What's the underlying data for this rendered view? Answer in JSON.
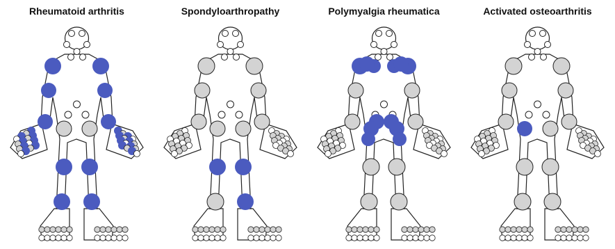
{
  "colors": {
    "affected": "#4b5bbf",
    "joint": "#d3d3d3",
    "outline": "#222222",
    "open": "#ffffff"
  },
  "panels": [
    {
      "title": "Rheumatoid arthritis",
      "affected": [
        "shoulder-l",
        "shoulder-r",
        "elbow-l",
        "elbow-r",
        "wrist-l",
        "wrist-r",
        "hand-l",
        "hand-r",
        "knee-l",
        "knee-r",
        "ankle-l",
        "ankle-r"
      ]
    },
    {
      "title": "Spondyloarthropathy",
      "affected": [
        "knee-l",
        "knee-r",
        "ankle-r"
      ]
    },
    {
      "title": "Polymyalgia rheumatica",
      "affected": [
        "shoulder-l",
        "shoulder-r",
        "sternoclav-l",
        "sternoclav-r",
        "upper-l",
        "upper-r",
        "hip-l",
        "hip-r",
        "hip-mid-l",
        "hip-mid-r",
        "pelvis-l",
        "pelvis-r"
      ]
    },
    {
      "title": "Activated osteoarthritis",
      "affected": [
        "hip-l"
      ]
    }
  ]
}
